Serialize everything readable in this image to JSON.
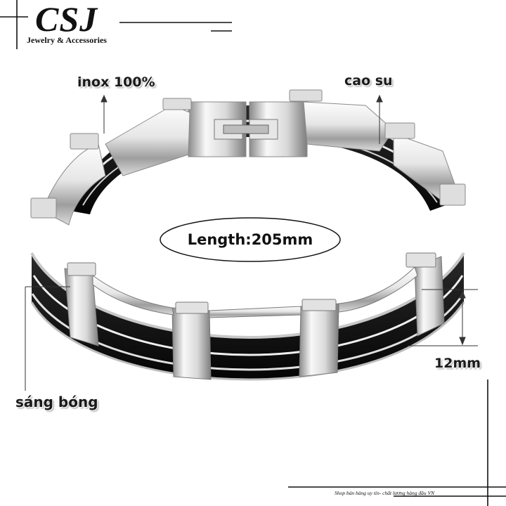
{
  "brand": {
    "logo": "CSJ",
    "tagline": "Jewelry & Accessories"
  },
  "labels": {
    "material_steel": "inox 100%",
    "material_rubber": "cao su",
    "finish": "sáng bóng",
    "width": "12mm",
    "length": "Length:205mm"
  },
  "footer": {
    "slogan": "Shop bán hàng uy tín- chất lương hàng đầu VN"
  },
  "colors": {
    "steel_light": "#f4f4f4",
    "steel_mid": "#b8b8b8",
    "steel_dark": "#6d6d6d",
    "rubber": "#141414",
    "text": "#1a1a1a"
  }
}
